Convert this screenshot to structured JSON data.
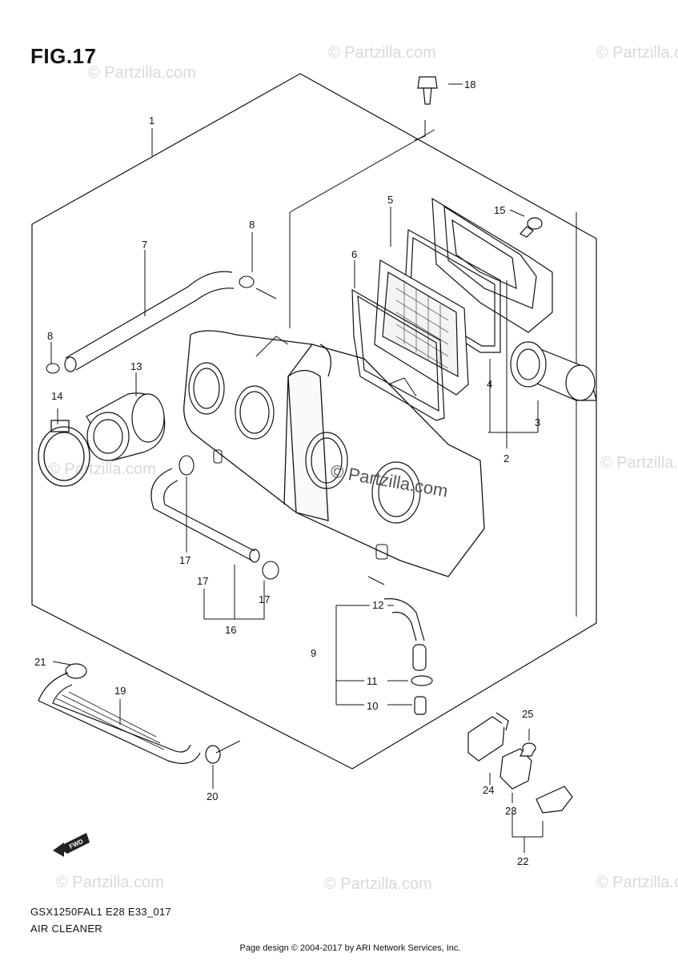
{
  "figure": {
    "title": "FIG.17",
    "code": "GSX1250FAL1 E28 E33_017",
    "subtitle": "AIR CLEANER",
    "credit": "Page design © 2004-2017 by ARI Network Services, Inc.",
    "fwd_label": "FWD"
  },
  "watermark": {
    "text": "© Partzilla.com",
    "center_text": "© Partzilla.com"
  },
  "callouts": [
    "1",
    "2",
    "3",
    "4",
    "5",
    "6",
    "7",
    "8",
    "8",
    "9",
    "10",
    "11",
    "12",
    "13",
    "14",
    "15",
    "16",
    "17",
    "17",
    "17",
    "18",
    "19",
    "20",
    "21",
    "22",
    "23",
    "24",
    "25"
  ]
}
